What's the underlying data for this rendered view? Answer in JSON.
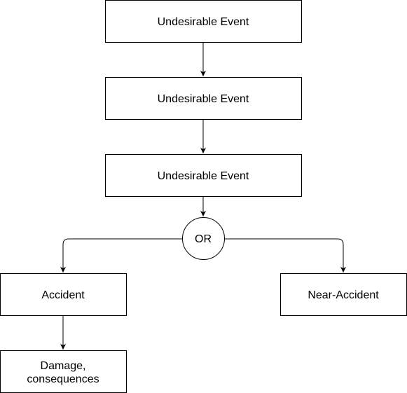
{
  "diagram": {
    "nodes": {
      "event1": {
        "lines": [
          "Undesirable Event"
        ]
      },
      "event2": {
        "lines": [
          "Undesirable Event"
        ]
      },
      "event3": {
        "lines": [
          "Undesirable Event"
        ]
      },
      "or_gate": {
        "lines": [
          "OR"
        ]
      },
      "accident": {
        "lines": [
          "Accident"
        ]
      },
      "near_accident": {
        "lines": [
          "Near-Accident"
        ]
      },
      "damage": {
        "lines": [
          "Damage,",
          "consequences"
        ]
      }
    },
    "edges": [
      {
        "from": "event1",
        "to": "event2"
      },
      {
        "from": "event2",
        "to": "event3"
      },
      {
        "from": "event3",
        "to": "or_gate"
      },
      {
        "from": "or_gate",
        "to": "accident"
      },
      {
        "from": "or_gate",
        "to": "near_accident"
      },
      {
        "from": "accident",
        "to": "damage"
      }
    ],
    "colors": {
      "stroke": "#000000",
      "fill": "#ffffff",
      "text": "#000000"
    }
  }
}
